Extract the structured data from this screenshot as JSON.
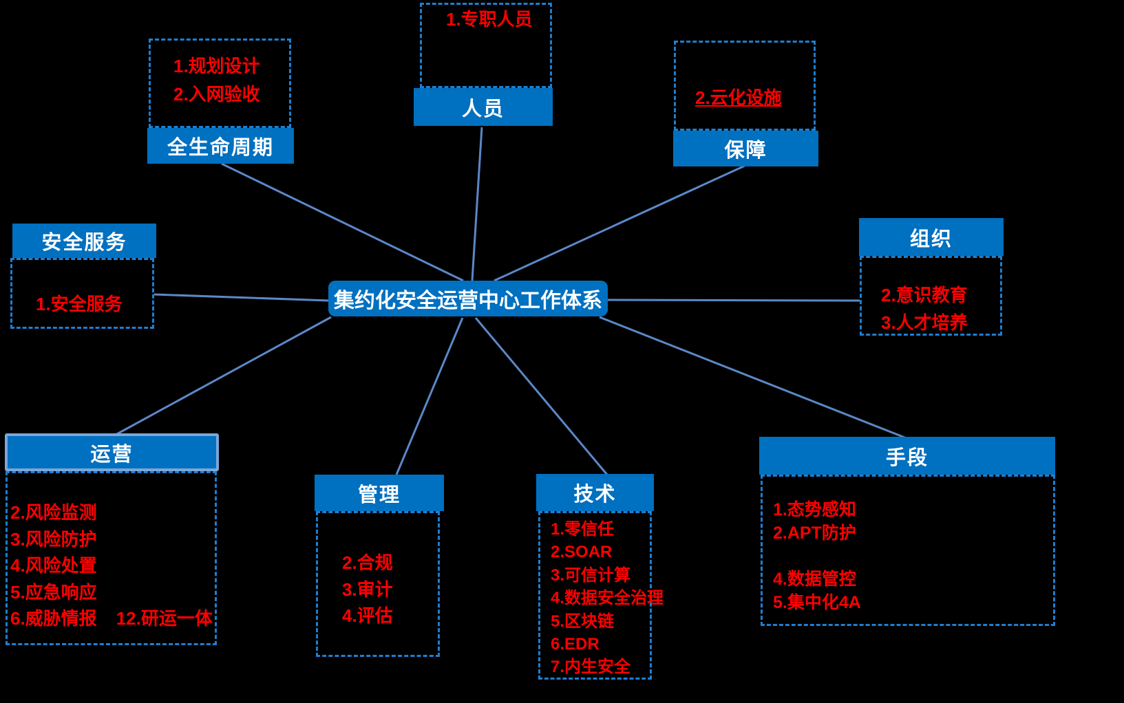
{
  "center": {
    "label": "集约化安全运营中心工作体系"
  },
  "colors": {
    "node_blue": "#0070C0",
    "connector_blue": "#5B88C8",
    "dashed_border_blue": "#1E7FD0",
    "item_red": "#FF0000",
    "background": "#000000",
    "operations_header_border": "#7CA6D8"
  },
  "branches": [
    {
      "id": "lifecycle",
      "label": "全生命周期",
      "items": [
        "1.规划设计",
        "2.入网验收"
      ]
    },
    {
      "id": "personnel",
      "label": "人员",
      "items": [
        "1.专职人员"
      ]
    },
    {
      "id": "support",
      "label": "保障",
      "items": [
        "2.云化设施"
      ]
    },
    {
      "id": "security-service",
      "label": "安全服务",
      "items": [
        "1.安全服务"
      ]
    },
    {
      "id": "organization",
      "label": "组织",
      "items": [
        "2.意识教育",
        "3.人才培养"
      ]
    },
    {
      "id": "operations",
      "label": "运营",
      "items": [
        "2.风险监测",
        "3.风险防护",
        "4.风险处置",
        "5.应急响应",
        "6.威胁情报",
        "12.研运一体"
      ]
    },
    {
      "id": "management",
      "label": "管理",
      "items": [
        "2.合规",
        "3.审计",
        "4.评估"
      ]
    },
    {
      "id": "technology",
      "label": "技术",
      "items": [
        "1.零信任",
        "2.SOAR",
        "3.可信计算",
        "4.数据安全治理",
        "5.区块链",
        "6.EDR",
        "7.内生安全"
      ]
    },
    {
      "id": "means",
      "label": "手段",
      "items": [
        "1.态势感知",
        "2.APT防护",
        "4.数据管控",
        "5.集中化4A"
      ]
    }
  ]
}
